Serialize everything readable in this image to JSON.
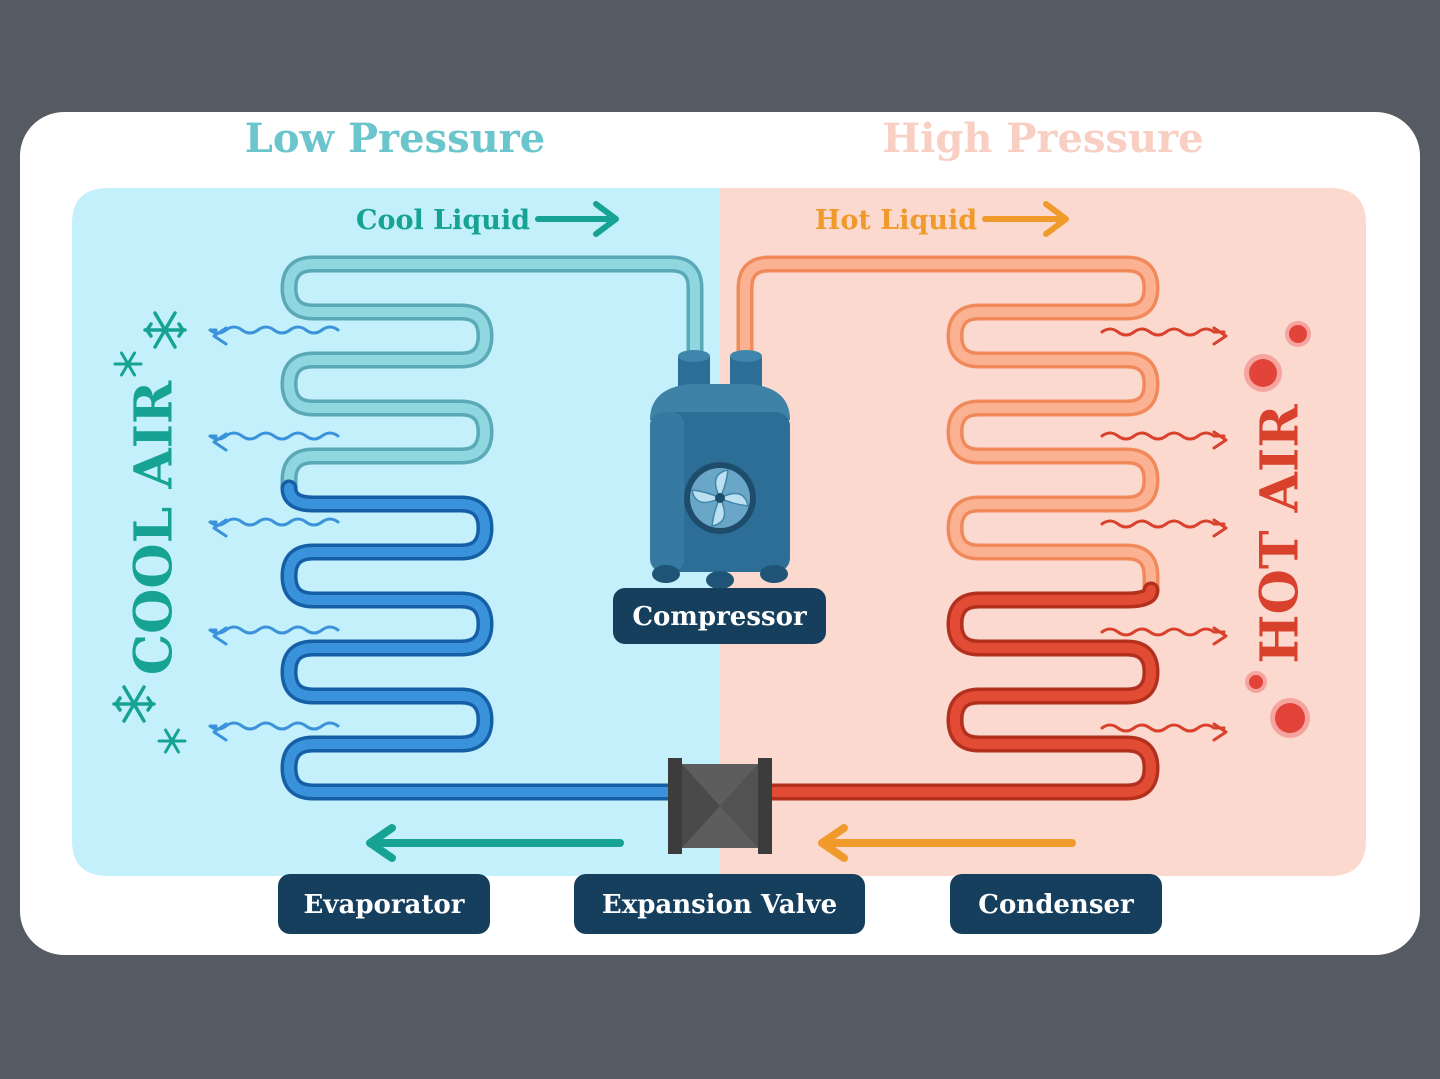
{
  "headers": {
    "low": "Low Pressure",
    "high": "High Pressure"
  },
  "flows": {
    "cool": "Cool Liquid",
    "hot": "Hot Liquid"
  },
  "air": {
    "cool": "COOL AIR",
    "hot": "HOT AIR"
  },
  "components": {
    "compressor": "Compressor",
    "evaporator": "Evaporator",
    "valve": "Expansion Valve",
    "condenser": "Condenser"
  },
  "colors": {
    "page_bg": "#565a63",
    "card_bg": "#ffffff",
    "cool_panel": "#c3f0fb",
    "hot_panel": "#fbd9cf",
    "teal": "#16a394",
    "cool_pipe": "#6cc3cf",
    "blue_pipe": "#1d75c6",
    "orange": "#f09a2c",
    "hot_pipe": "#f7a47c",
    "red_pipe": "#d8412c",
    "navy": "#163f5e",
    "compressor": "#2d6e96",
    "header_low": "#6bc5cc",
    "header_high": "#f8cfc2"
  },
  "icons": [
    "snowflake-icon",
    "fan-icon",
    "heat-dot-icon",
    "arrow-right-icon",
    "arrow-left-icon",
    "wave-arrow-icon"
  ]
}
